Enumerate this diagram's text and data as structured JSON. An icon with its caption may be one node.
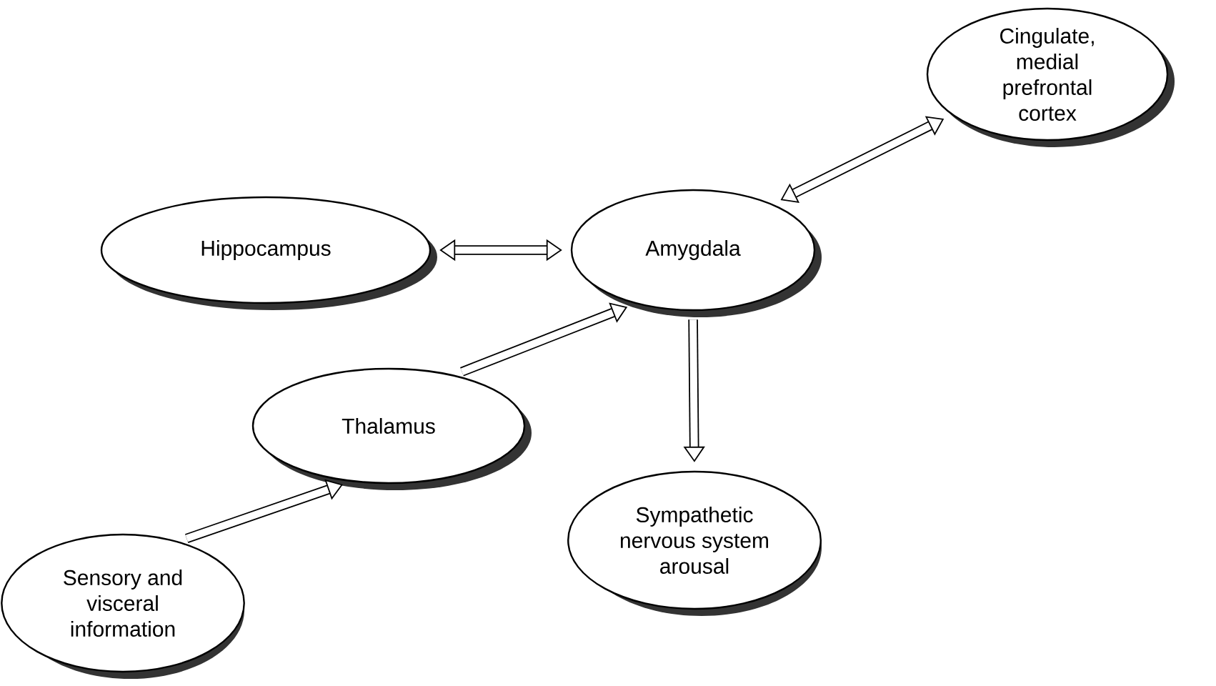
{
  "diagram": {
    "nodes": [
      {
        "text": [
          "Cingulate, medial prefrontal cortex"
        ]
      },
      {
        "text": [
          "Hippocampus"
        ]
      },
      {
        "text": [
          "Amygdala"
        ]
      },
      {
        "text": [
          "Thalamus"
        ]
      },
      {
        "text": [
          "Sympathetic nervous system arousal"
        ]
      },
      {
        "text": [
          "Sensory and visceral information"
        ]
      }
    ],
    "edges": [
      {
        "from": 0,
        "to": 2,
        "arrow": "both"
      },
      {
        "from": 1,
        "to": 2,
        "arrow": "both"
      },
      {
        "from": 3,
        "to": 2,
        "arrow": "to"
      },
      {
        "from": 2,
        "to": 4,
        "arrow": "to"
      },
      {
        "from": 5,
        "to": 3,
        "arrow": "to"
      }
    ]
  }
}
